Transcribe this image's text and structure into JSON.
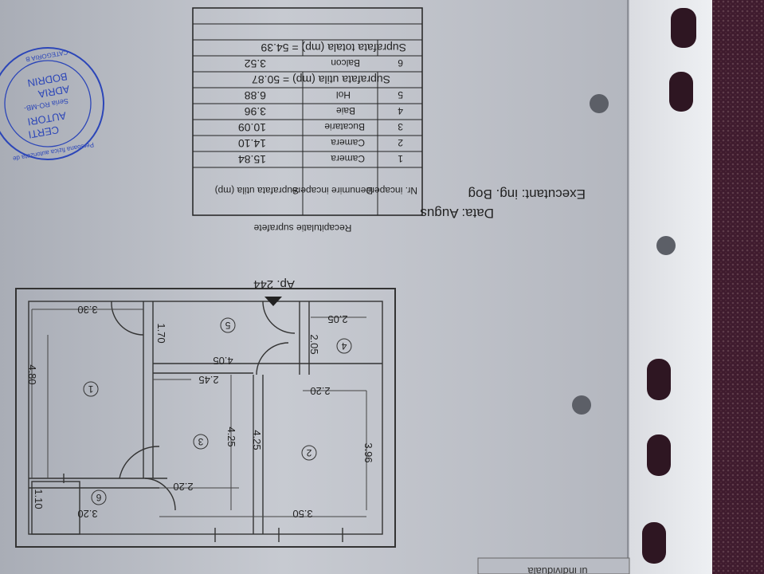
{
  "header_fragment": "ui individuala",
  "apartment_label": "Ap. 244",
  "table_title": "Recapitulatie suprafete",
  "table_headers": [
    "Nr. incapere",
    "Denumire incapere",
    "Suprafata utila (mp)"
  ],
  "rooms": [
    {
      "nr": "1",
      "name": "Camera",
      "area": "15.84"
    },
    {
      "nr": "2",
      "name": "Camera",
      "area": "14.10"
    },
    {
      "nr": "3",
      "name": "Bucatarie",
      "area": "10.09"
    },
    {
      "nr": "4",
      "name": "Baie",
      "area": "3.96"
    },
    {
      "nr": "5",
      "name": "Hol",
      "area": "6.88"
    }
  ],
  "useful_total": "Suprafata utila (mp) = 50.87",
  "balcony": {
    "nr": "6",
    "name": "Balcon",
    "area": "3.52"
  },
  "grand_total": "Suprafata totala (mp) = 54.39",
  "date_label": "Data: Augus",
  "executant_label": "Executant: ing. Bog",
  "stamp": {
    "lines": [
      "Persoana fizica autorizata de",
      "CERTI",
      "AUTORI",
      "Seria RO-MB-",
      "ADRIA",
      "BODRIN",
      "CATEGORIA B"
    ]
  },
  "dimensions": [
    "3.30",
    "4.80",
    "3.96",
    "1.10",
    "3.20",
    "3.50",
    "2.20",
    "4.25",
    "4.25",
    "2.45",
    "4.05",
    "1.70",
    "2.05",
    "2.05",
    "2.20"
  ],
  "room_markers": [
    "1",
    "2",
    "3",
    "4",
    "5",
    "6"
  ]
}
